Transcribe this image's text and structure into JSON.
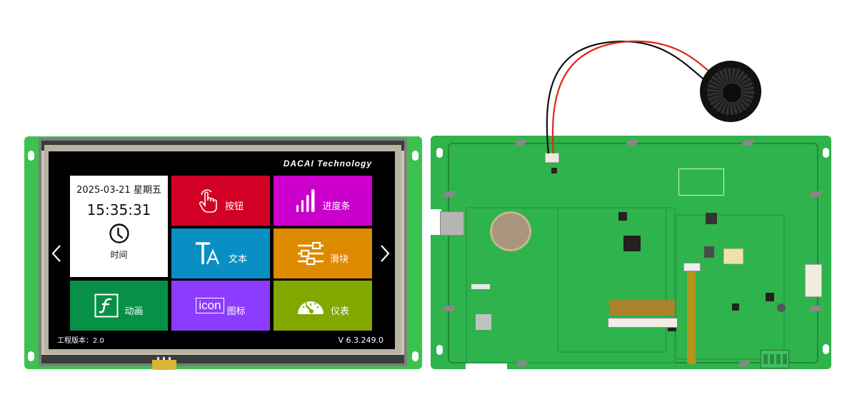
{
  "screen": {
    "brand": "DACAI  Technology",
    "datetime": {
      "date": "2025-03-21 星期五",
      "time": "15:35:31",
      "label": "时间",
      "icon": "clock-icon"
    },
    "tiles": [
      {
        "label": "按钮",
        "icon": "hand-tap-icon",
        "color": "#d30026"
      },
      {
        "label": "进度条",
        "icon": "progress-bars-icon",
        "color": "#cc00cc"
      },
      {
        "label": "文本",
        "icon": "text-icon",
        "color": "#0a8fc4"
      },
      {
        "label": "滑块",
        "icon": "slider-icon",
        "color": "#de8a00"
      },
      {
        "label": "动画",
        "icon": "flash-animation-icon",
        "color": "#079046"
      },
      {
        "label": "图标",
        "icon": "icon-box-icon",
        "icon_text": "icon",
        "color": "#8c3cff"
      },
      {
        "label": "仪表",
        "icon": "gauge-icon",
        "color": "#82a800"
      }
    ],
    "nav": {
      "prev": "chevron-left-icon",
      "next": "chevron-right-icon"
    },
    "footer": {
      "project_version": "工程版本：2.0",
      "firmware_version": "V 6.3.249.0"
    }
  },
  "hardware": {
    "front_board_color": "#3cc24f",
    "back_board_color": "#2fb34c",
    "speaker_wires": [
      "#111111",
      "#e0261b"
    ]
  }
}
